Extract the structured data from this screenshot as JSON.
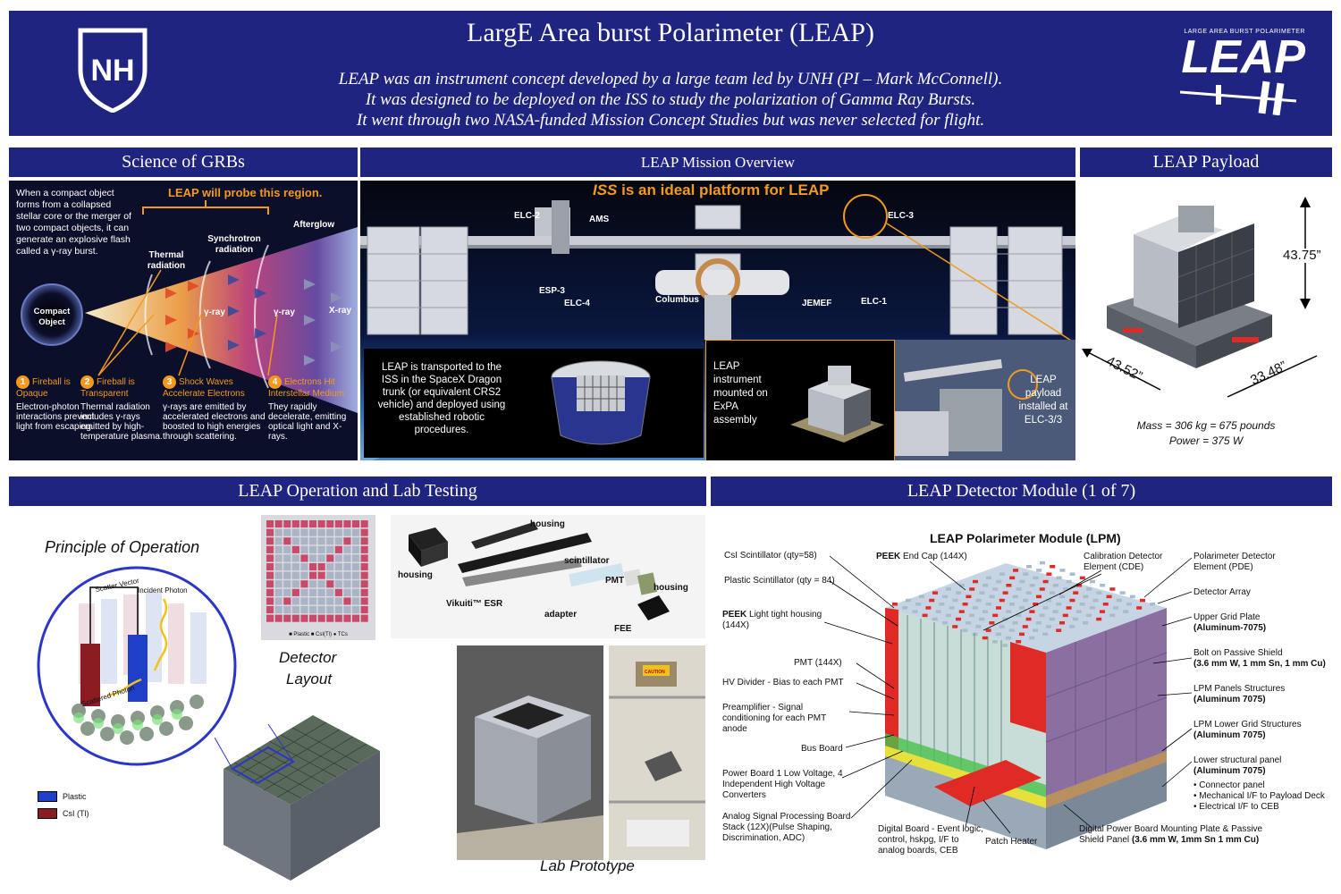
{
  "header": {
    "logo_text": "NH",
    "title": "LargE Area burst Polarimeter (LEAP)",
    "lines": [
      "LEAP was an instrument concept developed by a large team led by UNH (PI – Mark McConnell).",
      "It was designed to be deployed on the ISS to study the polarization of Gamma Ray Bursts.",
      "It went through two NASA-funded Mission Concept Studies but was never selected for flight."
    ],
    "leap_logo_small": "LARGE AREA BURST POLARIMETER",
    "leap_logo": "LEAP"
  },
  "sections": {
    "science": "Science of GRBs",
    "mission": "LEAP Mission Overview",
    "payload": "LEAP Payload",
    "operation": "LEAP Operation and Lab Testing",
    "detector": "LEAP Detector Module (1 of 7)"
  },
  "science": {
    "intro": "When a compact object forms from a collapsed stellar core or the merger of two compact objects, it can generate an explosive flash called a γ-ray burst.",
    "probe": "LEAP will probe this region.",
    "thermal": "Thermal radiation",
    "synchrotron": "Synchrotron radiation",
    "afterglow": "Afterglow",
    "compact": "Compact Object",
    "gamma1": "γ-ray",
    "gamma2": "γ-ray",
    "xray": "X-ray",
    "steps": [
      {
        "n": "1",
        "h": "Fireball is Opaque",
        "t": "Electron-photon interactions prevent light from escaping."
      },
      {
        "n": "2",
        "h": "Fireball is Transparent",
        "t": "Thermal radiation includes γ-rays emitted by high-temperature plasma."
      },
      {
        "n": "3",
        "h": "Shock Waves Accelerate Electrons",
        "t": "γ-rays are emitted by accelerated electrons and boosted to high energies through scattering."
      },
      {
        "n": "4",
        "h": "Electrons Hit Interstellar Medium",
        "t": "They rapidly decelerate, emitting optical light and X-rays."
      }
    ]
  },
  "mission": {
    "headline_a": "ISS",
    "headline_b": " is an ideal platform for LEAP",
    "labels": {
      "elc2": "ELC-2",
      "ams": "AMS",
      "elc3": "ELC-3",
      "esp3": "ESP-3",
      "elc4": "ELC-4",
      "columbus": "Columbus",
      "jemef": "JEMEF",
      "elc1": "ELC-1"
    },
    "transport": "LEAP is transported to the ISS in the SpaceX Dragon trunk (or equivalent CRS2 vehicle) and deployed using established robotic procedures.",
    "mounted": "LEAP instrument mounted on ExPA assembly",
    "installed": "LEAP payload installed at ELC-3/3"
  },
  "payload": {
    "height": "43.75”",
    "width": "43.52”",
    "depth": "33.48”",
    "mass": "Mass = 306 kg = 675 pounds",
    "power": "Power = 375 W"
  },
  "operation": {
    "principle": "Principle of Operation",
    "scatter_vector": "Scatter Vector",
    "incident": "Incident Photon",
    "scattered": "Scattered Photon",
    "legend_plastic": "Plastic",
    "legend_csi": "CsI (Tl)",
    "detector_layout": [
      "Detector",
      "Layout"
    ],
    "layout_legend": "■ Plastic ■ CsI(Tl) ● TCs",
    "parts": {
      "housing1": "housing",
      "housing2": "housing",
      "housing3": "housing",
      "scintillator": "scintillator",
      "pmt": "PMT",
      "esr": "Vikuiti™ ESR",
      "adapter": "adapter",
      "fee": "FEE"
    },
    "lab_prototype": "Lab Prototype",
    "sticker": "CAUTION"
  },
  "detector": {
    "title": "LEAP Polarimeter Module (LPM)",
    "left_labels": [
      {
        "a": "",
        "b": "CsI Scintillator (qty=58)"
      },
      {
        "a": "",
        "b": "Plastic Scintillator (qty = 84)"
      },
      {
        "a": "PEEK",
        "b": " Light tight housing (144X)"
      },
      {
        "a": "",
        "b": "PMT (144X)"
      },
      {
        "a": "",
        "b": "HV Divider - Bias to each PMT"
      },
      {
        "a": "",
        "b": "Preamplifier - Signal conditioning for each PMT anode"
      },
      {
        "a": "",
        "b": "Bus Board"
      },
      {
        "a": "",
        "b": "Power Board 1 Low Voltage, 4 Independent High Voltage Converters"
      },
      {
        "a": "",
        "b": "Analog Signal Processing Board Stack (12X)(Pulse Shaping, Discrimination, ADC)"
      }
    ],
    "top_labels": [
      {
        "a": "PEEK",
        "b": " End Cap (144X)"
      },
      {
        "a": "",
        "b": "Calibration Detector Element (CDE)"
      }
    ],
    "right_labels": [
      {
        "a": "Polarimeter Detector Element (PDE)",
        "b": ""
      },
      {
        "a": "Detector Array",
        "b": ""
      },
      {
        "a": "Upper Grid Plate",
        "b": "(Aluminum-7075)"
      },
      {
        "a": "Bolt on Passive Shield",
        "b": "(3.6 mm W, 1 mm Sn, 1 mm Cu)"
      },
      {
        "a": "LPM Panels Structures",
        "b": "(Aluminum 7075)"
      },
      {
        "a": "LPM Lower Grid Structures",
        "b": "(Aluminum 7075)"
      },
      {
        "a": "Lower structural panel",
        "b": "(Aluminum 7075)"
      }
    ],
    "bullets": [
      "Connector panel",
      "Mechanical I/F to Payload Deck",
      "Electrical I/F to CEB"
    ],
    "bottom_labels": {
      "digital": "Digital Board - Event logic, control, hskpg, I/F to analog boards, CEB",
      "heater": "Patch Heater",
      "dpb_a": "Digital Power Board Mounting Plate & Passive Shield Panel ",
      "dpb_b": "(3.6 mm W, 1mm Sn 1 mm Cu)"
    }
  },
  "colors": {
    "navy": "#1f2481",
    "orange": "#f39a1e",
    "red": "#e02a26",
    "purple": "#8a6fa0"
  }
}
